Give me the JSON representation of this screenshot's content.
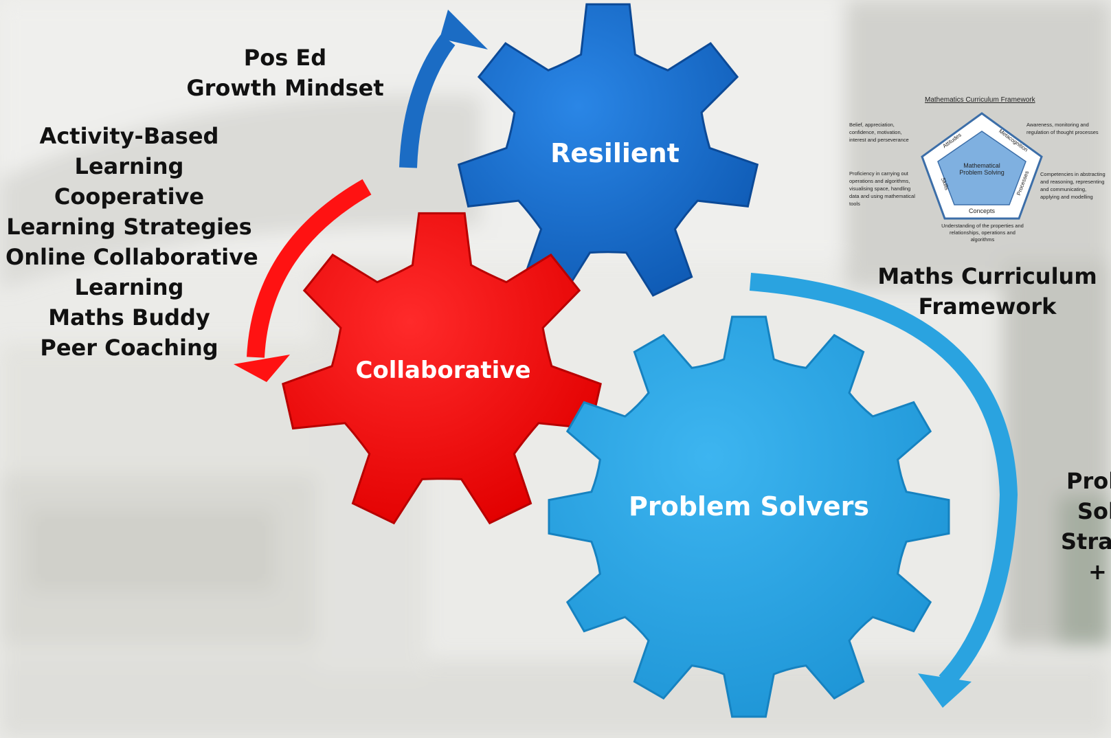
{
  "top_left": {
    "lines": [
      "Pos Ed",
      "Growth Mindset"
    ]
  },
  "left_list": {
    "lines": [
      "Activity-Based",
      "Learning",
      "Cooperative",
      "Learning Strategies",
      "Online Collaborative",
      "Learning",
      "Maths Buddy",
      "Peer Coaching"
    ]
  },
  "gears": {
    "resilient": {
      "label": "Resilient",
      "color": "#1a6fd1"
    },
    "collaborative": {
      "label": "Collaborative",
      "color": "#ff1414"
    },
    "problem_solvers": {
      "label": "Problem Solvers",
      "color": "#2ea8e6"
    }
  },
  "framework": {
    "title": "Mathematics Curriculum Framework",
    "center": [
      "Mathematical",
      "Problem Solving"
    ],
    "attitudes": "Attitudes",
    "metacognition": "Metacognition",
    "processes": "Processes",
    "skills": "Skills",
    "concepts": "Concepts",
    "desc_attitudes": [
      "Belief, appreciation,",
      "confidence, motivation,",
      "interest and perseverance"
    ],
    "desc_metacognition": [
      "Awareness, monitoring and",
      "regulation of thought processes"
    ],
    "desc_skills": [
      "Proficiency in carrying out",
      "operations and algorithms,",
      "visualising space, handling",
      "data and using mathematical",
      "tools"
    ],
    "desc_processes": [
      "Competencies in abstracting",
      "and reasoning, representing",
      "and communicating,",
      "applying and modelling"
    ],
    "desc_concepts": [
      "Understanding of the properties and",
      "relationships, operations and",
      "algorithms"
    ]
  },
  "framework_caption": {
    "lines": [
      "Maths Curriculum",
      "Framework"
    ]
  },
  "right_cut": {
    "lines": [
      "Prob",
      "Sol",
      "Strat",
      "+ I"
    ]
  },
  "colors": {
    "arrow_blue": "#1b6cc4",
    "arrow_red": "#ff1212",
    "arrow_light": "#2aa3e0"
  }
}
